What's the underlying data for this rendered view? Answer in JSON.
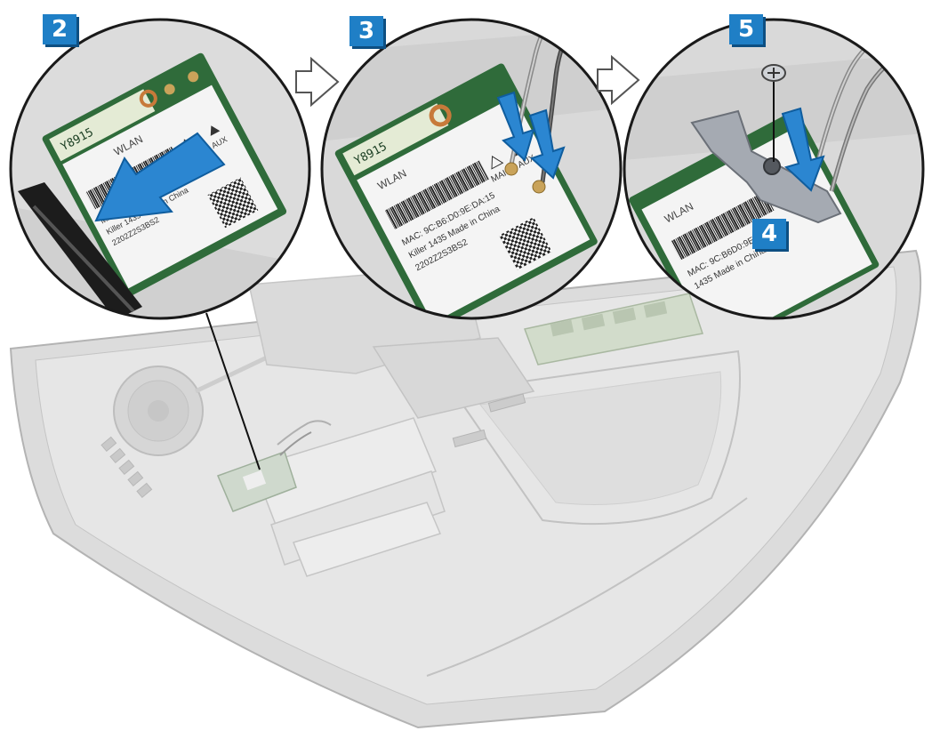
{
  "colors": {
    "badge": "#1f7fc6",
    "badge_shadow": "#0d4f82",
    "arrow_fill": "#2b86d1",
    "arrow_stroke": "#0f5d9e",
    "card_green": "#2f6b3a",
    "label": "#ffffff",
    "chassis": "#d9d9d9",
    "chassis_edge": "#b5b5b5",
    "circle_border": "#1a1a1a"
  },
  "steps": [
    {
      "id": "2",
      "label": "2"
    },
    {
      "id": "3",
      "label": "3"
    },
    {
      "id": "4",
      "label": "4"
    },
    {
      "id": "5",
      "label": "5"
    }
  ],
  "card": {
    "brand": "WLAN",
    "model_line": "Y8915",
    "main": "MAIN",
    "aux": "AUX",
    "mac_line": "MAC: 9C:B6:D0:9E:DA:15",
    "made_in": "Killer 1435 Made in China",
    "serial_line": "2202Z2S3BS2",
    "mac_line_short": "MAC: 9C:B6D0:9E2315",
    "made_in_short": "1435 Made in China"
  },
  "icons": {
    "transition": "outline-right-arrow-icon",
    "push": "blue-down-arrow-icon",
    "screw": "screw-icon"
  }
}
